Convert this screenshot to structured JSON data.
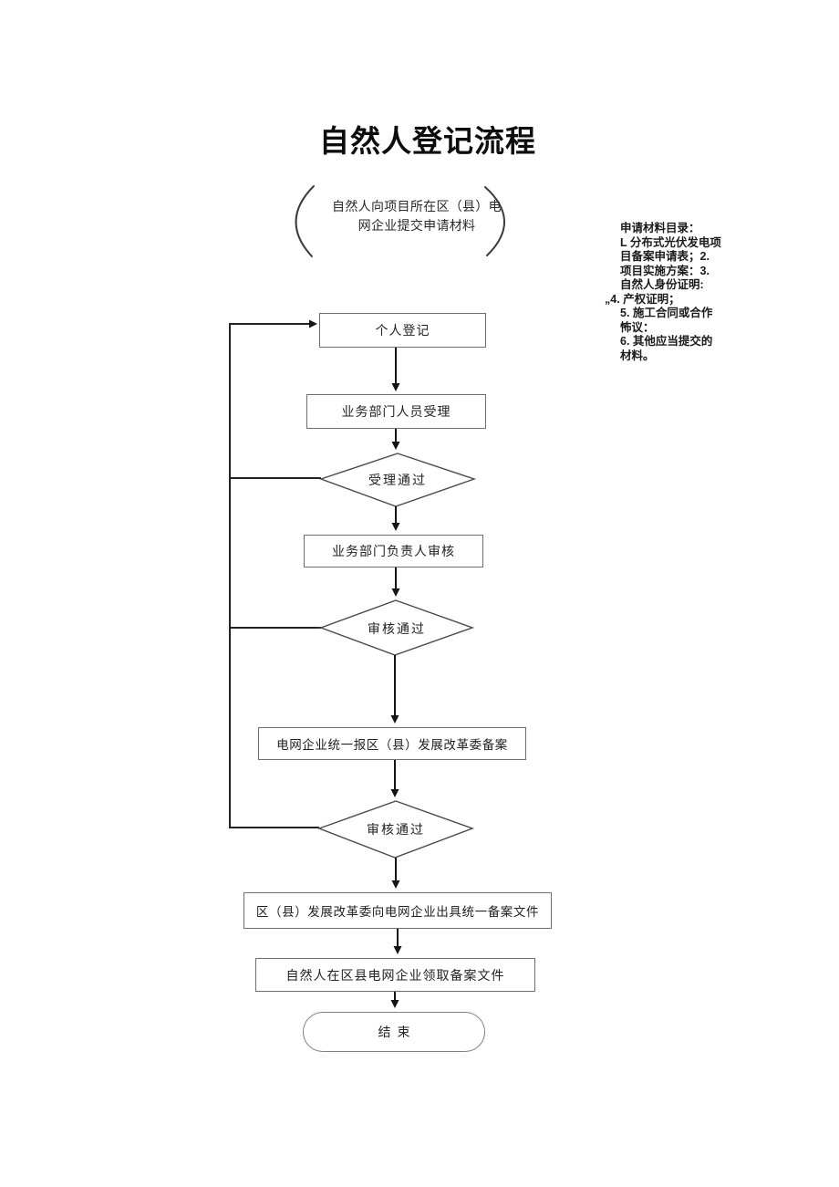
{
  "title": "自然人登记流程",
  "flowchart": {
    "start": {
      "line1": "自然人向项目所在区（县）电",
      "line2": "网企业提交申请材料"
    },
    "steps": {
      "personal_register": "个人登记",
      "dept_staff_accept": "业务部门人员受理",
      "accept_pass": "受理通过",
      "dept_head_review": "业务部门负责人审核",
      "review_pass_1": "审核通过",
      "grid_report_filing": "电网企业统一报区（县）发展改革委备案",
      "review_pass_2": "审核通过",
      "drc_issue_doc": "区（县）发展改革委向电网企业出具统一备案文件",
      "collect_doc": "自然人在区县电网企业领取备案文件",
      "end": "结束"
    }
  },
  "side_note": {
    "lines": [
      "申请材料目录：",
      "L 分布式光伏发电项",
      "目备案申请表；2.",
      "项目实施方案：3.",
      "自然人身份证明:",
      "„4. 产权证明；",
      "5. 施工合同或合作",
      "怖议：",
      "6. 其他应当提交的",
      "材料。"
    ]
  },
  "colors": {
    "page_bg": "#ffffff",
    "text": "#222222",
    "box_border": "#6e6e6e",
    "diamond_border": "#4a4a4a",
    "arrow": "#141414",
    "feedback_line": "#222222"
  }
}
